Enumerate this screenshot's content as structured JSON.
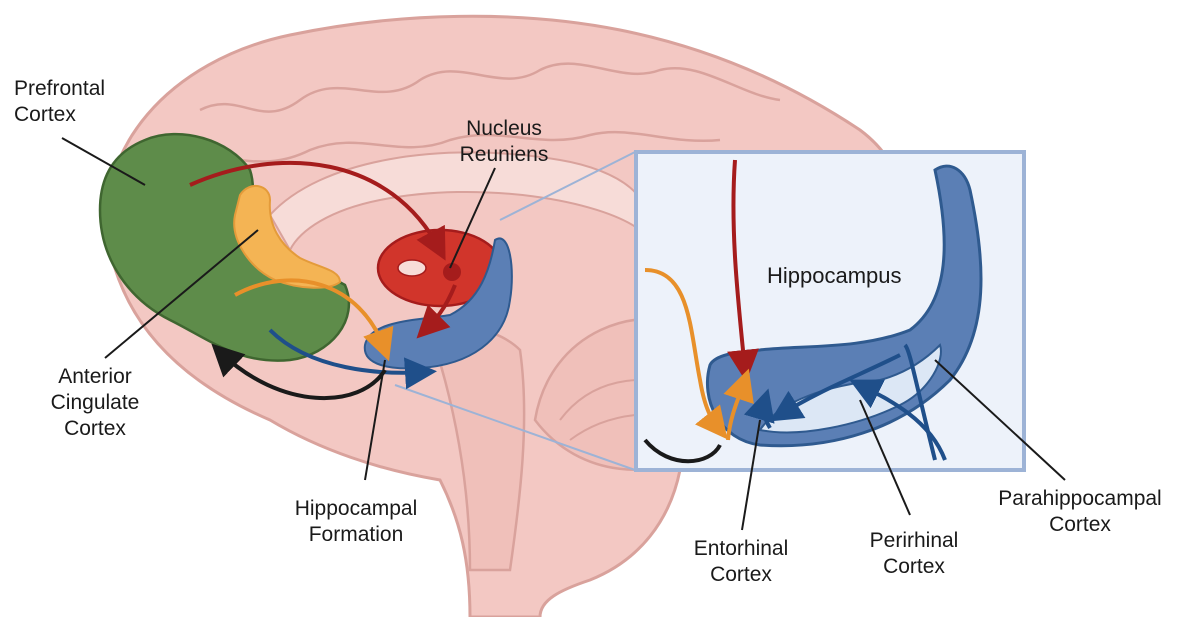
{
  "labels": {
    "prefrontal_cortex": "Prefrontal\nCortex",
    "nucleus_reuniens": "Nucleus\nReuniens",
    "anterior_cingulate_cortex": "Anterior\nCingulate\nCortex",
    "hippocampal_formation": "Hippocampal\nFormation",
    "hippocampus": "Hippocampus",
    "entorhinal_cortex": "Entorhinal\nCortex",
    "perirhinal_cortex": "Perirhinal\nCortex",
    "parahippocampal_cortex": "Parahippocampal\nCortex"
  },
  "colors": {
    "brain": "#f3c8c3",
    "brain_outline": "#d9a29c",
    "prefrontal": "#5e8c4a",
    "anterior_cingulate": "#f4b454",
    "nucleus_reuniens": "#d1352b",
    "hippocampal": "#5b7fb5",
    "inset_border": "#9db3d6",
    "inset_bg": "#edf2fa",
    "arrow_red": "#a51c1c",
    "arrow_orange": "#e8902a",
    "arrow_blue": "#1f4f8a",
    "arrow_black": "#1a1a1a"
  }
}
